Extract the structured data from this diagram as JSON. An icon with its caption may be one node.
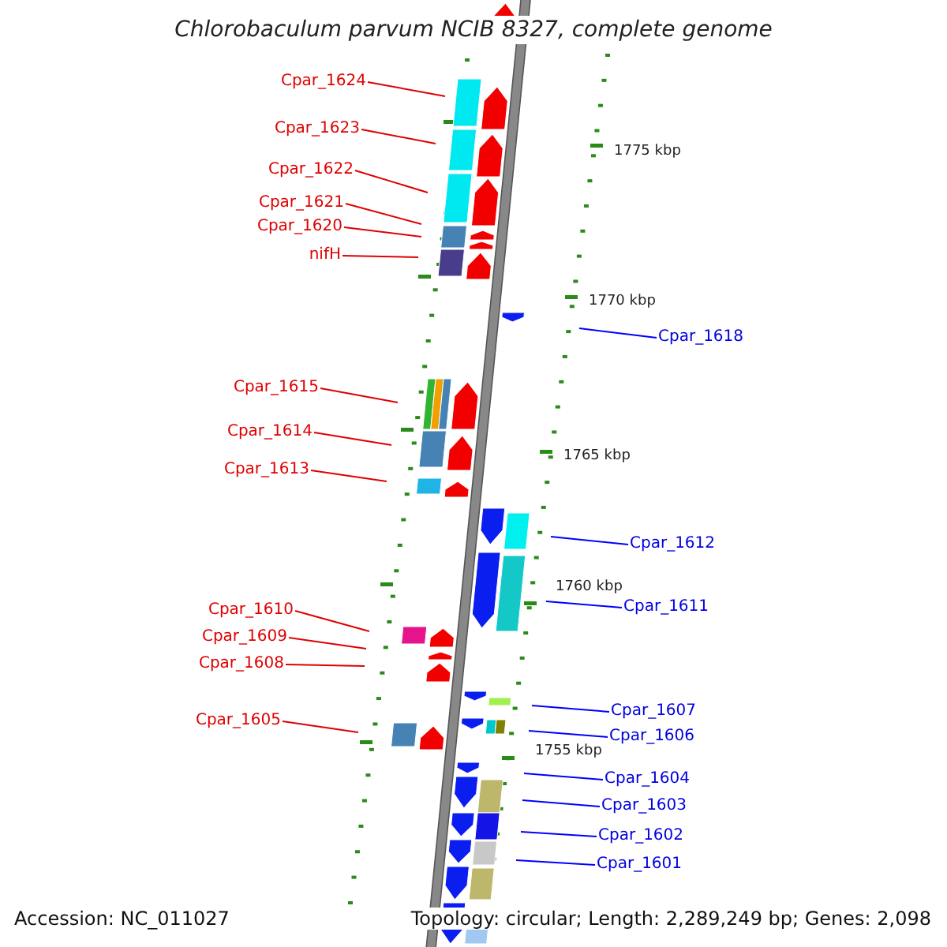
{
  "diagram": {
    "title": "Chlorobaculum parvum NCIB 8327, complete genome",
    "nodes": [
      {
        "text": [
          "Cpar_1624"
        ]
      },
      {
        "text": [
          "Cpar_1623"
        ]
      },
      {
        "text": [
          "Cpar_1622"
        ]
      },
      {
        "text": [
          "Cpar_1621"
        ]
      },
      {
        "text": [
          "Cpar_1620"
        ]
      },
      {
        "text": [
          "nifH"
        ]
      },
      {
        "text": [
          "Cpar_1618"
        ]
      },
      {
        "text": [
          "Cpar_1615"
        ]
      },
      {
        "text": [
          "Cpar_1614"
        ]
      },
      {
        "text": [
          "Cpar_1613"
        ]
      },
      {
        "text": [
          "Cpar_1612"
        ]
      },
      {
        "text": [
          "Cpar_1611"
        ]
      },
      {
        "text": [
          "Cpar_1610"
        ]
      },
      {
        "text": [
          "Cpar_1609"
        ]
      },
      {
        "text": [
          "Cpar_1608"
        ]
      },
      {
        "text": [
          "Cpar_1607"
        ]
      },
      {
        "text": [
          "Cpar_1605"
        ]
      },
      {
        "text": [
          "Cpar_1606"
        ]
      },
      {
        "text": [
          "Cpar_1604"
        ]
      },
      {
        "text": [
          "Cpar_1603"
        ]
      },
      {
        "text": [
          "Cpar_1602"
        ]
      },
      {
        "text": [
          "Cpar_1601"
        ]
      }
    ],
    "edges": [
      {
        "from": 0,
        "to": null,
        "arrow": "none"
      },
      {
        "from": 1,
        "to": null,
        "arrow": "none"
      },
      {
        "from": 2,
        "to": null,
        "arrow": "none"
      },
      {
        "from": 3,
        "to": null,
        "arrow": "none"
      },
      {
        "from": 4,
        "to": null,
        "arrow": "none"
      },
      {
        "from": 5,
        "to": null,
        "arrow": "none"
      },
      {
        "from": 6,
        "to": null,
        "arrow": "none",
        "color": "#0000ff"
      },
      {
        "from": 7,
        "to": null,
        "arrow": "none"
      },
      {
        "from": 8,
        "to": null,
        "arrow": "none"
      },
      {
        "from": 9,
        "to": null,
        "arrow": "none"
      },
      {
        "from": 10,
        "to": null,
        "arrow": "none",
        "color": "#0000ff"
      },
      {
        "from": 11,
        "to": null,
        "arrow": "none",
        "color": "#0000ff"
      },
      {
        "from": 12,
        "to": null,
        "arrow": "none"
      },
      {
        "from": 13,
        "to": null,
        "arrow": "none"
      },
      {
        "from": 14,
        "to": null,
        "arrow": "none"
      },
      {
        "from": 15,
        "to": null,
        "arrow": "none",
        "color": "#0000ff"
      },
      {
        "from": 16,
        "to": null,
        "arrow": "none"
      },
      {
        "from": 17,
        "to": null,
        "arrow": "none",
        "color": "#0000ff"
      },
      {
        "from": 18,
        "to": null,
        "arrow": "none",
        "color": "#0000ff"
      },
      {
        "from": 19,
        "to": null,
        "arrow": "none",
        "color": "#0000ff"
      },
      {
        "from": 20,
        "to": null,
        "arrow": "none",
        "color": "#0000ff"
      },
      {
        "from": 21,
        "to": null,
        "arrow": "none",
        "color": "#0000ff"
      }
    ],
    "labels": [
      "1775 kbp",
      "1770 kbp",
      "1765 kbp",
      "1760 kbp",
      "1755 kbp",
      "Accession: NC_011027",
      "Topology: circular; Length: 2,289,249 bp; Genes: 2,098"
    ]
  }
}
